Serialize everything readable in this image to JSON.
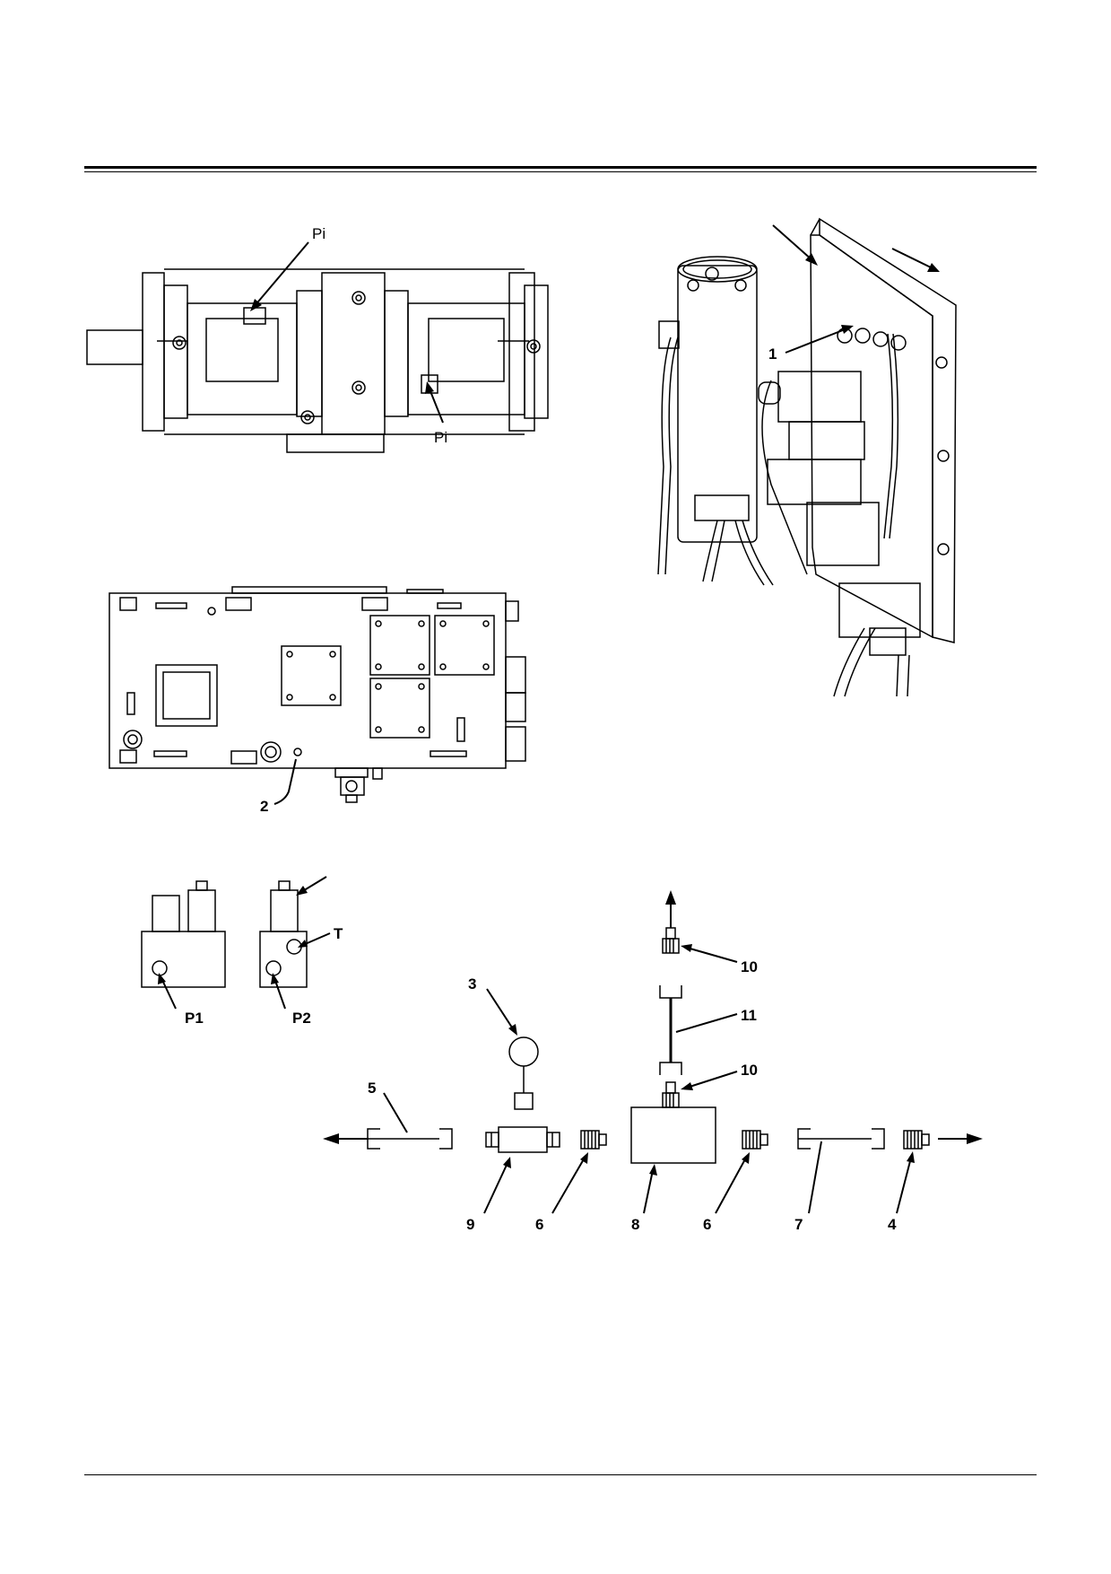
{
  "figure1": {
    "callouts": [
      "Pi",
      "Pi"
    ]
  },
  "figure2": {
    "callouts": [
      "1"
    ]
  },
  "figure3": {
    "callouts": [
      "2"
    ]
  },
  "figure4": {
    "callouts": [
      "T",
      "P1",
      "P2"
    ]
  },
  "figure5": {
    "callouts": [
      "3",
      "5",
      "9",
      "6",
      "8",
      "6",
      "7",
      "4",
      "10",
      "11",
      "10"
    ]
  }
}
